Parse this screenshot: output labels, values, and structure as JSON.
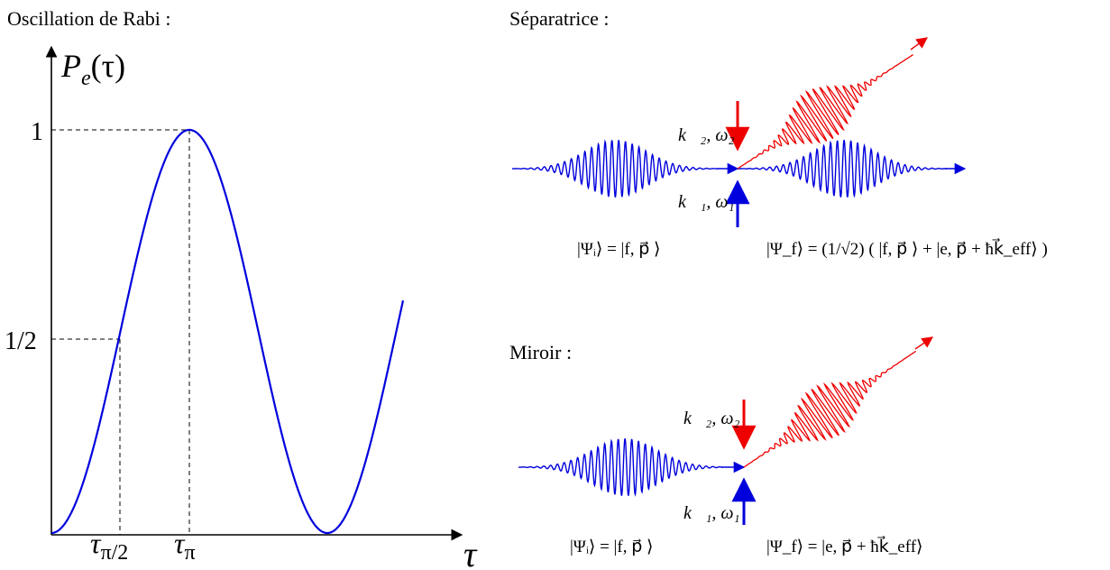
{
  "rabi": {
    "title": "Oscillation de Rabi :",
    "y_axis_label": "P",
    "y_axis_sub": "e",
    "y_axis_arg": "(τ)",
    "x_axis_label": "τ",
    "ytick_one": "1",
    "ytick_half": "1/2",
    "xtick_half_main": "τ",
    "xtick_half_sub": "π/2",
    "xtick_pi_main": "τ",
    "xtick_pi_sub": "π",
    "curve_color": "#0000dd"
  },
  "separatrice": {
    "title": "Séparatrice :",
    "k2_label": "k⃗₂, ω₂",
    "k1_label": "k⃗₁, ω₁",
    "psi_i": "|Ψᵢ⟩ = |f, p⃗ ⟩",
    "psi_f": "|Ψ_f⟩ = (1/√2) ( |f, p⃗ ⟩ + |e, p⃗ + ħk⃗_eff⟩ )"
  },
  "miroir": {
    "title": "Miroir :",
    "k2_label": "k⃗₂, ω₂",
    "k1_label": "k⃗₁, ω₁",
    "psi_i": "|Ψᵢ⟩ = |f, p⃗ ⟩",
    "psi_f": "|Ψ_f⟩ = |e, p⃗ + ħk⃗_eff⟩"
  },
  "colors": {
    "blue": "#0000dd",
    "red": "#ee0000"
  }
}
